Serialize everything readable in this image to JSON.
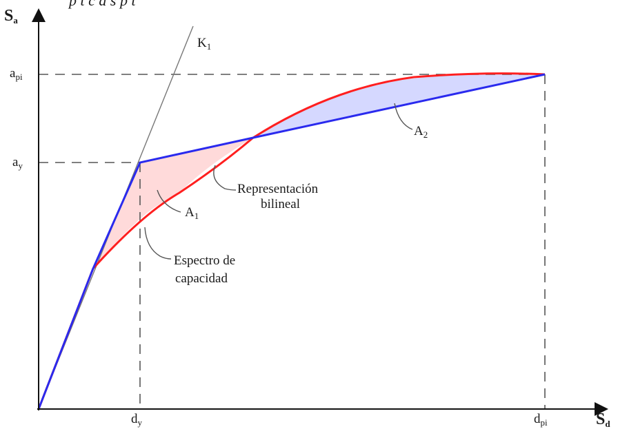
{
  "caption": "p t c d s p t",
  "axes": {
    "y_label": "S",
    "y_sub": "a",
    "x_label": "S",
    "x_sub": "d"
  },
  "ticks": {
    "a_pi": {
      "main": "a",
      "sub": "pi"
    },
    "a_y": {
      "main": "a",
      "sub": "y"
    },
    "d_y": {
      "main": "d",
      "sub": "y"
    },
    "d_pi": {
      "main": "d",
      "sub": "pi"
    }
  },
  "labels": {
    "k1": {
      "main": "K",
      "sub": "1"
    },
    "a1": {
      "main": "A",
      "sub": "1"
    },
    "a2": {
      "main": "A",
      "sub": "2"
    },
    "bilinear_line1": "Representación",
    "bilinear_line2": "bilineal",
    "capacity_line1": "Espectro de",
    "capacity_line2": "capacidad"
  },
  "colors": {
    "capacity_curve": "#ff1f1f",
    "bilinear": "#2a2aee",
    "area_a1": "#ffd0d0",
    "area_a2": "#c8ccff",
    "guide": "#555555",
    "axis": "#111111"
  }
}
